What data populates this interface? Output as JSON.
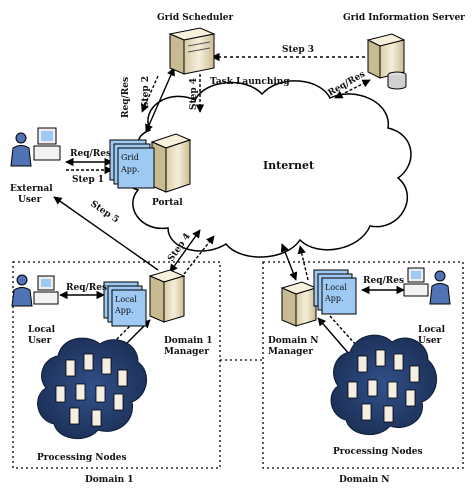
{
  "nodes": {
    "grid_scheduler": "Grid Scheduler",
    "grid_information_server": "Grid Information Server",
    "internet": "Internet",
    "portal": "Portal",
    "grid_app": [
      "Grid",
      "App."
    ],
    "external_user": [
      "External",
      "User"
    ],
    "domain1_manager": [
      "Domain 1",
      "Manager"
    ],
    "domainN_manager": [
      "Domain N",
      "Manager"
    ],
    "local_app": [
      "Local",
      "App."
    ],
    "local_user": [
      "Local",
      "User"
    ],
    "processing_nodes": "Processing Nodes",
    "domain1": "Domain 1",
    "domainN": "Domain N"
  },
  "edges": {
    "step1": "Step 1",
    "step2": "Step 2",
    "step3": "Step 3",
    "step4": "Step 4",
    "step5": "Step 5",
    "task_launching": "Task Launching",
    "req_res": "Req/Res"
  },
  "icons": {
    "server": "server-icon",
    "database": "database-icon",
    "workstation": "workstation-icon",
    "user": "user-icon",
    "cloud": "cloud-icon",
    "cluster": "cluster-icon"
  },
  "colors": {
    "app_fill": "#9ec9f2",
    "cluster_dark": "#1a2d52",
    "cluster_mid": "#31508a",
    "server_body": "#eee3c6",
    "user_blue": "#4f73b4"
  }
}
